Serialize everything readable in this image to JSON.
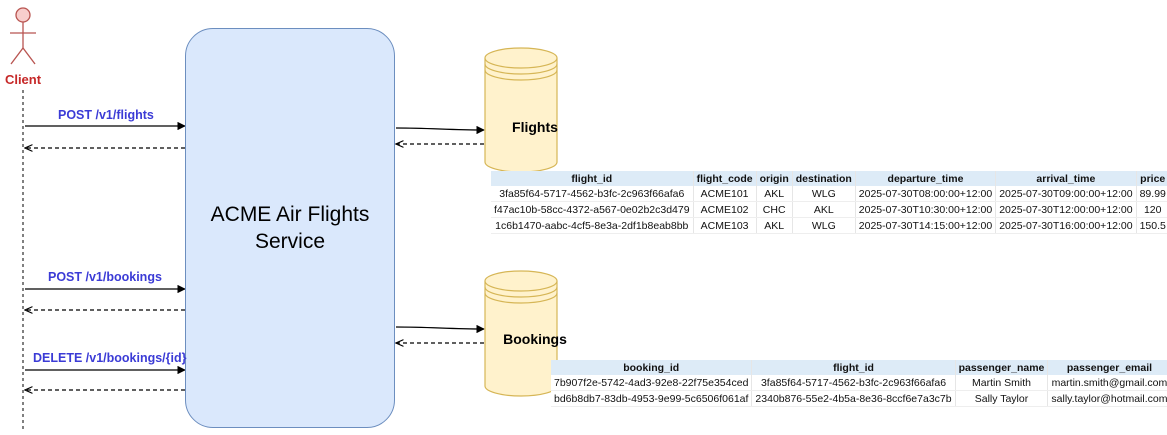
{
  "actor": {
    "label": "Client"
  },
  "service": {
    "title": "ACME Air Flights\nService"
  },
  "endpoints": [
    {
      "label": "POST /v1/flights"
    },
    {
      "label": "POST /v1/bookings"
    },
    {
      "label": "DELETE /v1/bookings/{id}"
    }
  ],
  "databases": [
    {
      "label": "Flights"
    },
    {
      "label": "Bookings"
    }
  ],
  "colors": {
    "service_fill": "#dae8fc",
    "service_stroke": "#6c8ebf",
    "db_fill": "#fff2cc",
    "db_stroke": "#d6b656",
    "actor_stroke": "#b85450",
    "actor_fill": "#f8cecc",
    "endpoint_text": "#3b3bd6",
    "table_header": "#ddebf7"
  },
  "flights_table": {
    "columns": [
      "flight_id",
      "flight_code",
      "origin",
      "destination",
      "departure_time",
      "arrival_time",
      "price"
    ],
    "rows": [
      [
        "3fa85f64-5717-4562-b3fc-2c963f66afa6",
        "ACME101",
        "AKL",
        "WLG",
        "2025-07-30T08:00:00+12:00",
        "2025-07-30T09:00:00+12:00",
        "89.99"
      ],
      [
        "f47ac10b-58cc-4372-a567-0e02b2c3d479",
        "ACME102",
        "CHC",
        "AKL",
        "2025-07-30T10:30:00+12:00",
        "2025-07-30T12:00:00+12:00",
        "120"
      ],
      [
        "1c6b1470-aabc-4cf5-8e3a-2df1b8eab8bb",
        "ACME103",
        "AKL",
        "WLG",
        "2025-07-30T14:15:00+12:00",
        "2025-07-30T16:00:00+12:00",
        "150.5"
      ]
    ]
  },
  "bookings_table": {
    "columns": [
      "booking_id",
      "flight_id",
      "passenger_name",
      "passenger_email"
    ],
    "rows": [
      [
        "7b907f2e-5742-4ad3-92e8-22f75e354ced",
        "3fa85f64-5717-4562-b3fc-2c963f66afa6",
        "Martin Smith",
        "martin.smith@gmail.com"
      ],
      [
        "bd6b8db7-83db-4953-9e99-5c6506f061af",
        "2340b876-55e2-4b5a-8e36-8ccf6e7a3c7b",
        "Sally Taylor",
        "sally.taylor@hotmail.com"
      ]
    ]
  }
}
